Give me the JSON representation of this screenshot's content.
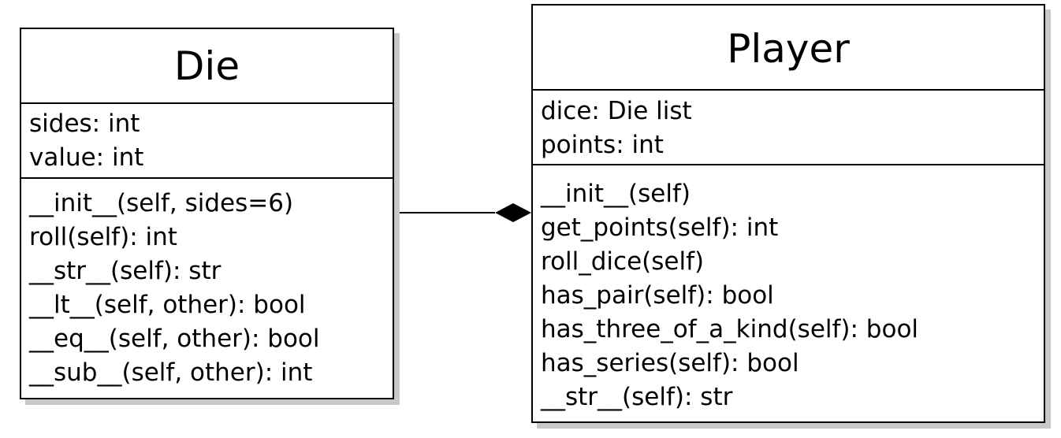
{
  "classes": {
    "die": {
      "name": "Die",
      "attributes": [
        "sides: int",
        "value: int"
      ],
      "operations": [
        "__init__(self, sides=6)",
        "roll(self): int",
        "__str__(self): str",
        "__lt__(self, other): bool",
        "__eq__(self, other): bool",
        "__sub__(self, other): int"
      ]
    },
    "player": {
      "name": "Player",
      "attributes": [
        "dice: Die list",
        "points: int"
      ],
      "operations": [
        "__init__(self)",
        "get_points(self): int",
        "roll_dice(self)",
        "has_pair(self): bool",
        "has_three_of_a_kind(self): bool",
        "has_series(self): bool",
        "__str__(self): str"
      ]
    }
  },
  "relationship": {
    "type": "composition",
    "whole": "Player",
    "part": "Die"
  },
  "colors": {
    "border": "#000000",
    "shadow": "#c8c8c8",
    "background": "#ffffff"
  }
}
